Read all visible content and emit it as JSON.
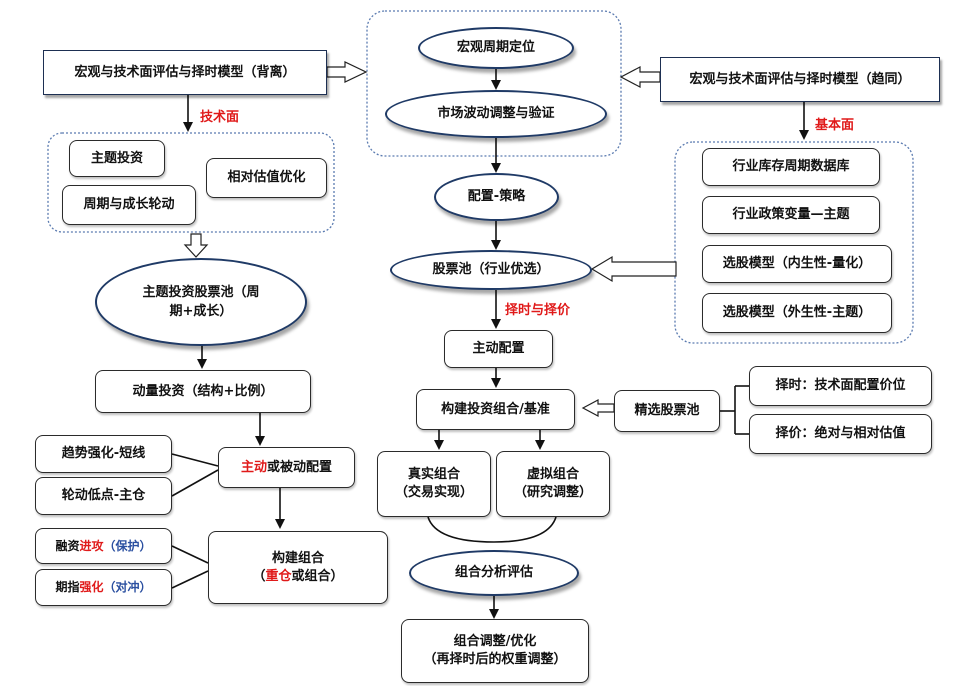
{
  "nodes": {
    "left_model": "宏观与技术面评估与择时模型（背离）",
    "right_model": "宏观与技术面评估与择时模型（趋同）",
    "macro_cycle": "宏观周期定位",
    "market_adjust": "市场波动调整与验证",
    "tech_label": "技术面",
    "fund_label": "基本面",
    "theme_invest": "主题投资",
    "cycle_growth": "周期与成长轮动",
    "relative_valuation": "相对估值优化",
    "config_strategy": "配置-策略",
    "stock_pool": "股票池（行业优选）",
    "industry_inventory": "行业库存周期数据库",
    "industry_policy": "行业政策变量—主题",
    "stock_model_internal": "选股模型（内生性-量化）",
    "stock_model_external": "选股模型（外生性-主题）",
    "timing_pricing_label": "择时与择价",
    "theme_pool_line1": "主题投资股票池（周",
    "theme_pool_line2": "期+成长）",
    "active_config": "主动配置",
    "momentum": "动量投资（结构+比例）",
    "build_portfolio_benchmark": "构建投资组合/基准",
    "selected_pool": "精选股票池",
    "timing_tech": "择时：技术面配置价位",
    "pricing_valuation": "择价：绝对与相对估值",
    "trend_short": "趋势强化-短线",
    "rotation_low": "轮动低点-主仓",
    "active_passive_red": "主动",
    "active_passive_rest": "或被动配置",
    "real_portfolio_line1": "真实组合",
    "real_portfolio_line2": "（交易实现）",
    "virtual_portfolio_line1": "虚拟组合",
    "virtual_portfolio_line2": "（研究调整）",
    "margin_prefix": "融资",
    "margin_red": "进攻",
    "margin_blue": "（保护）",
    "futures_prefix": "期指",
    "futures_red": "强化",
    "futures_blue": "（对冲）",
    "build_combo_line1": "构建组合",
    "build_combo_open": "（",
    "build_combo_red": "重仓",
    "build_combo_rest": "或组合）",
    "portfolio_eval": "组合分析评估",
    "portfolio_opt_line1": "组合调整/优化",
    "portfolio_opt_line2": "（再择时后的权重调整）"
  },
  "colors": {
    "accent_red": "#e01a1a",
    "accent_blue": "#2a4fa0",
    "ellipse_border": "#1f3a66",
    "dotted_border": "#5b7bb0"
  }
}
